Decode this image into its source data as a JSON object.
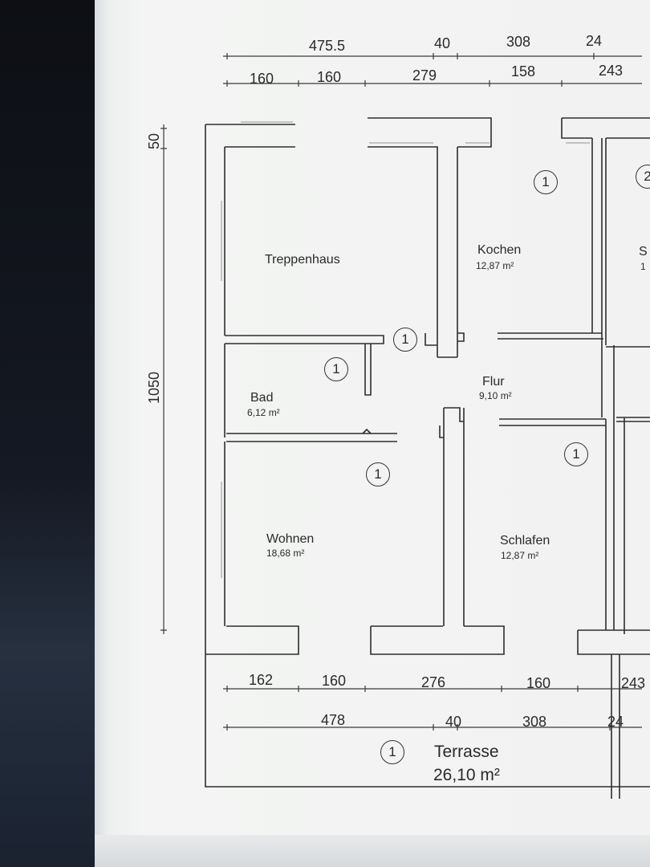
{
  "dimensions": {
    "top_row1": [
      "475.5",
      "40",
      "308",
      "24"
    ],
    "top_row2": [
      "160",
      "160",
      "279",
      "158",
      "243"
    ],
    "left": [
      "50",
      "1050"
    ],
    "bottom_row1": [
      "162",
      "160",
      "276",
      "160",
      "243"
    ],
    "bottom_row2": [
      "478",
      "40",
      "308",
      "24"
    ]
  },
  "rooms": {
    "treppenhaus": {
      "name": "Treppenhaus"
    },
    "kochen": {
      "name": "Kochen",
      "area": "12,87 m²"
    },
    "flur": {
      "name": "Flur",
      "area": "9,10 m²"
    },
    "bad": {
      "name": "Bad",
      "area": "6,12 m²"
    },
    "wohnen": {
      "name": "Wohnen",
      "area": "18,68 m²"
    },
    "schlafen": {
      "name": "Schlafen",
      "area": "12,87 m²"
    },
    "terrasse": {
      "name": "Terrasse",
      "area": "26,10 m²"
    },
    "edge_room": {
      "name": "S",
      "area": "1"
    }
  },
  "markers": {
    "unit": "1",
    "cut_off": "2"
  }
}
